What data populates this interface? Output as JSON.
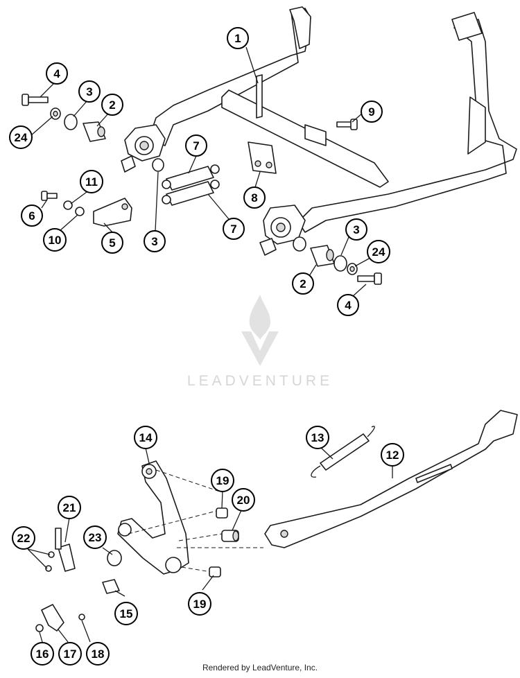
{
  "watermark": {
    "brand": "LEADVENTURE",
    "color": "#d6d6d6"
  },
  "footer": {
    "text": "Rendered by LeadVenture, Inc."
  },
  "callouts": {
    "c1": "1",
    "c2a": "2",
    "c2b": "2",
    "c3a": "3",
    "c3b": "3",
    "c3c": "3",
    "c4a": "4",
    "c4b": "4",
    "c5": "5",
    "c6": "6",
    "c7a": "7",
    "c7b": "7",
    "c8": "8",
    "c9": "9",
    "c10": "10",
    "c11": "11",
    "c12": "12",
    "c13": "13",
    "c14": "14",
    "c15": "15",
    "c16": "16",
    "c17": "17",
    "c18": "18",
    "c19a": "19",
    "c19b": "19",
    "c20": "20",
    "c21": "21",
    "c22": "22",
    "c23": "23",
    "c24a": "24",
    "c24b": "24"
  }
}
